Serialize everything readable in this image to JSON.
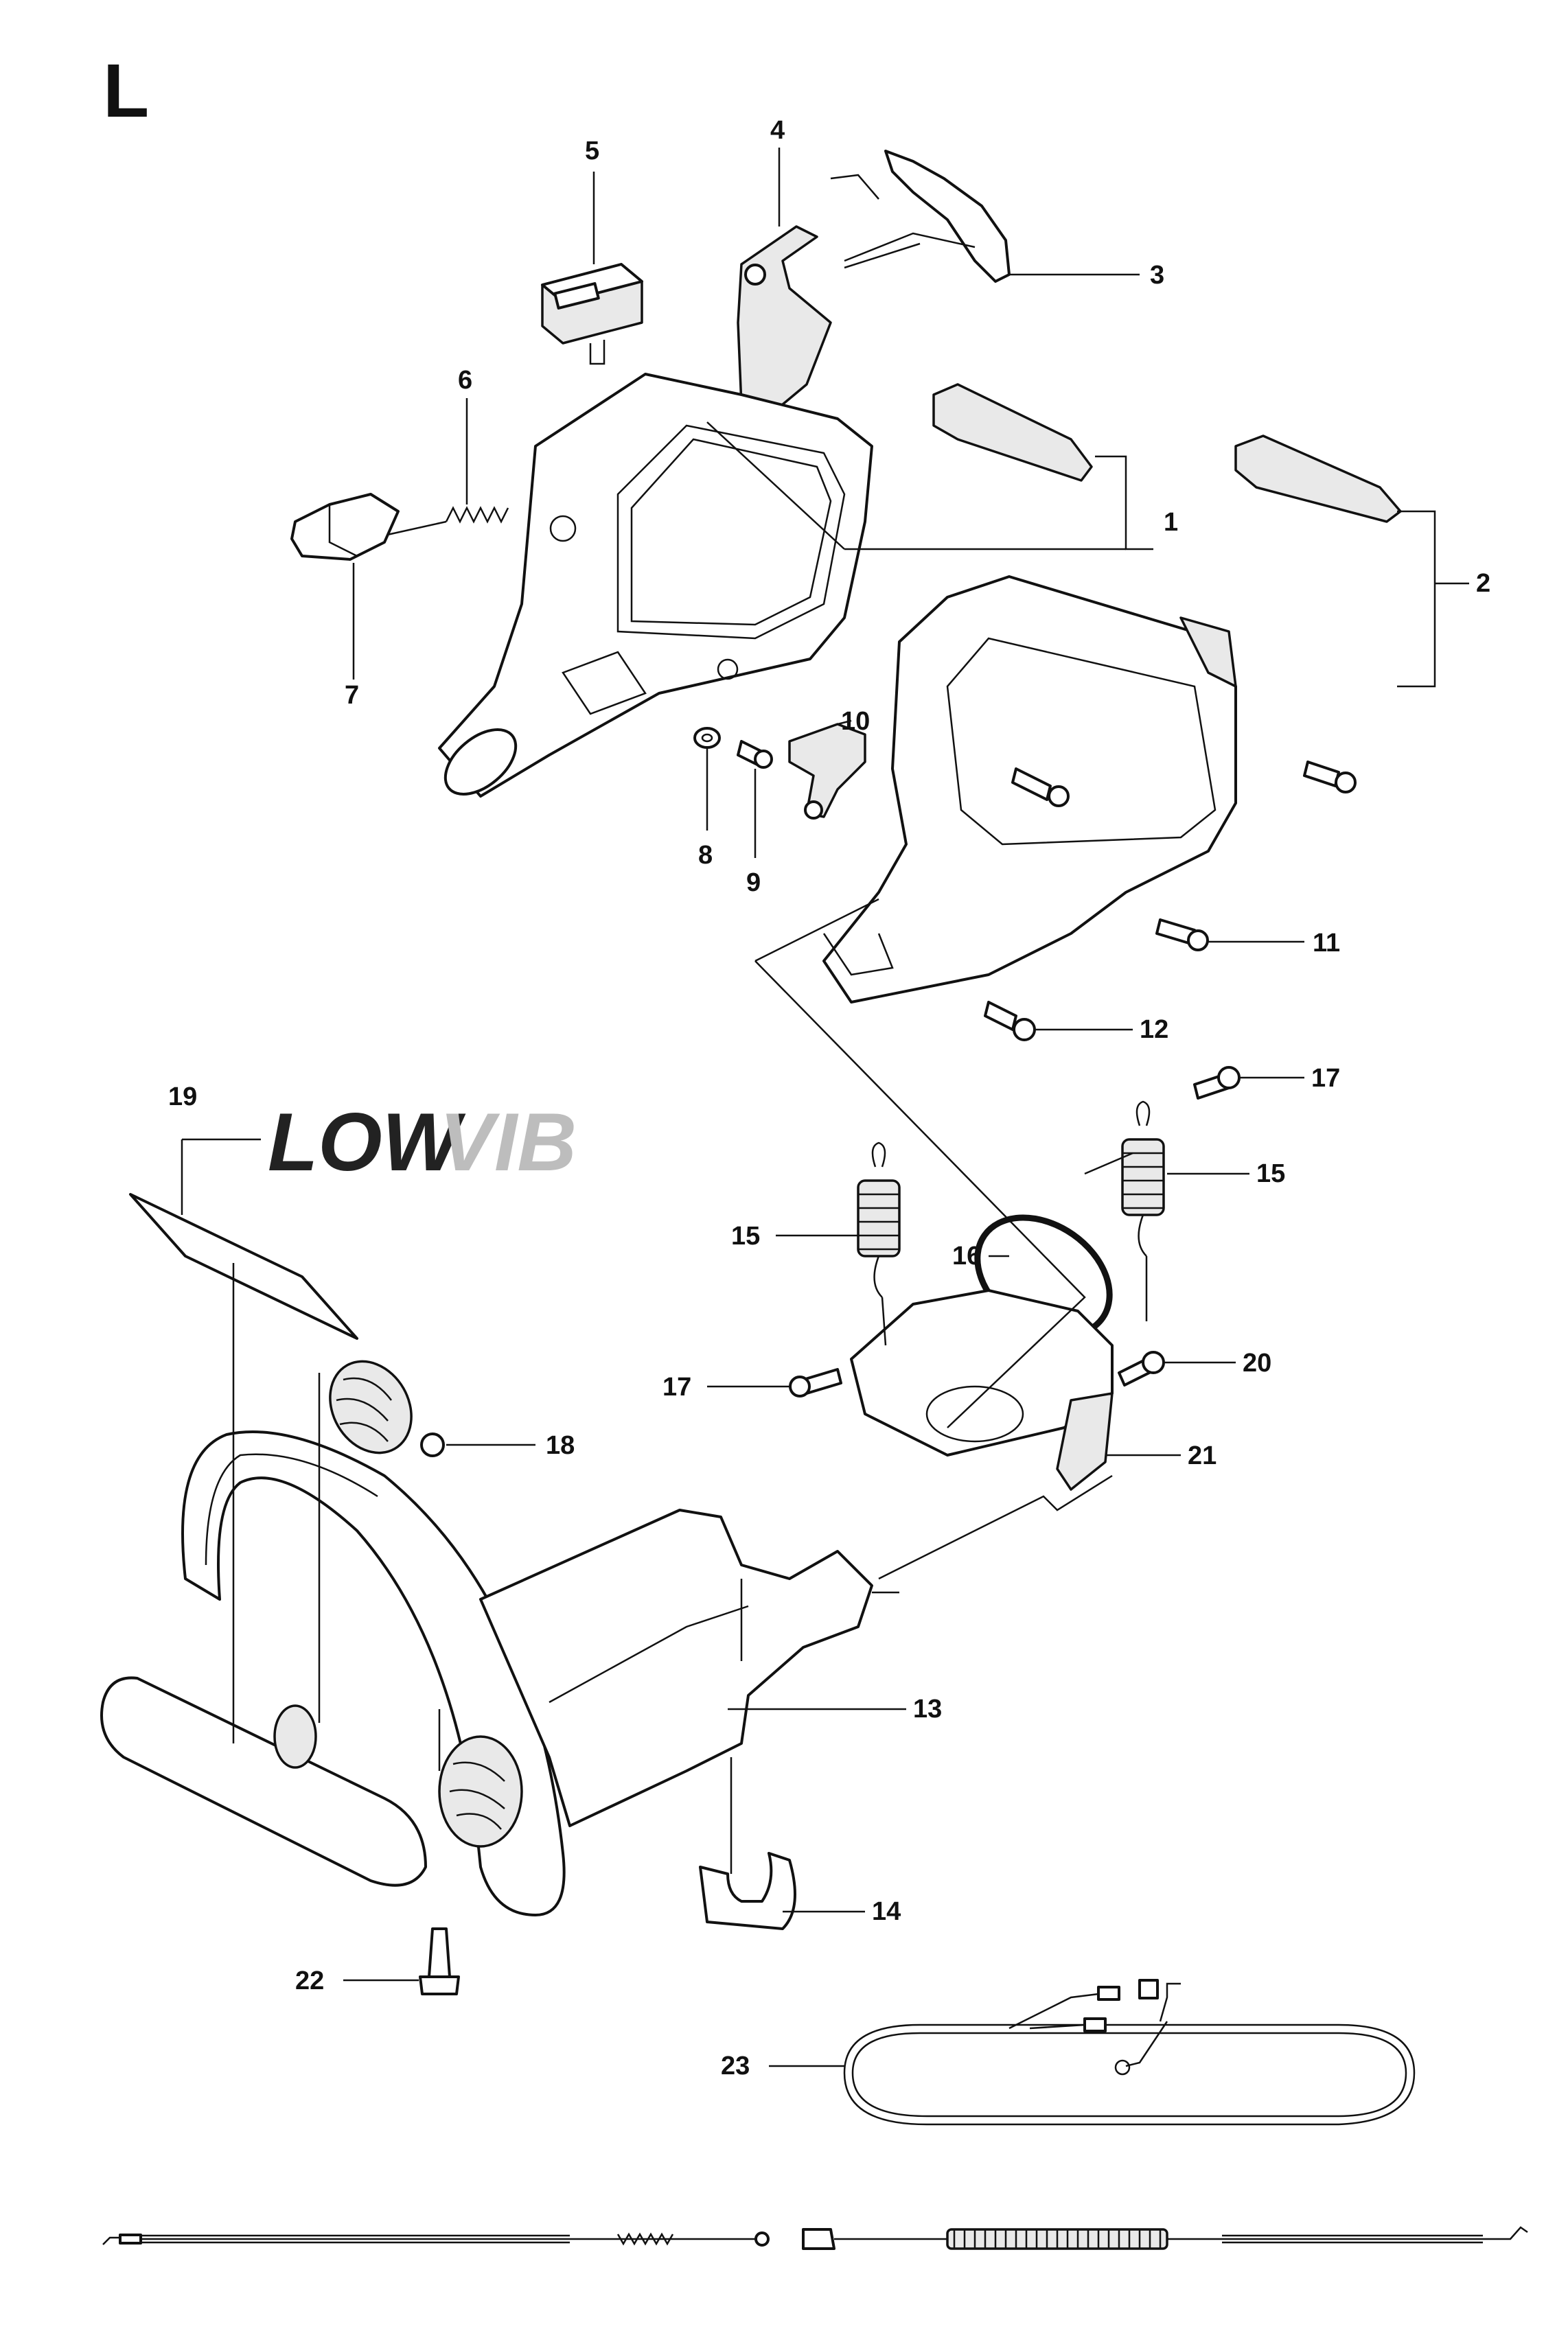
{
  "section_letter": "L",
  "logo": {
    "part_a": "LOW",
    "part_b": "VIB"
  },
  "callouts": {
    "c1": "1",
    "c2": "2",
    "c3": "3",
    "c4": "4",
    "c5": "5",
    "c6": "6",
    "c7": "7",
    "c8": "8",
    "c9": "9",
    "c10": "10",
    "c11": "11",
    "c12": "12",
    "c13": "13",
    "c14": "14",
    "c15a": "15",
    "c15b": "15",
    "c16": "16",
    "c17a": "17",
    "c17b": "17",
    "c18": "18",
    "c19": "19",
    "c20": "20",
    "c21": "21",
    "c22": "22",
    "c23": "23"
  }
}
